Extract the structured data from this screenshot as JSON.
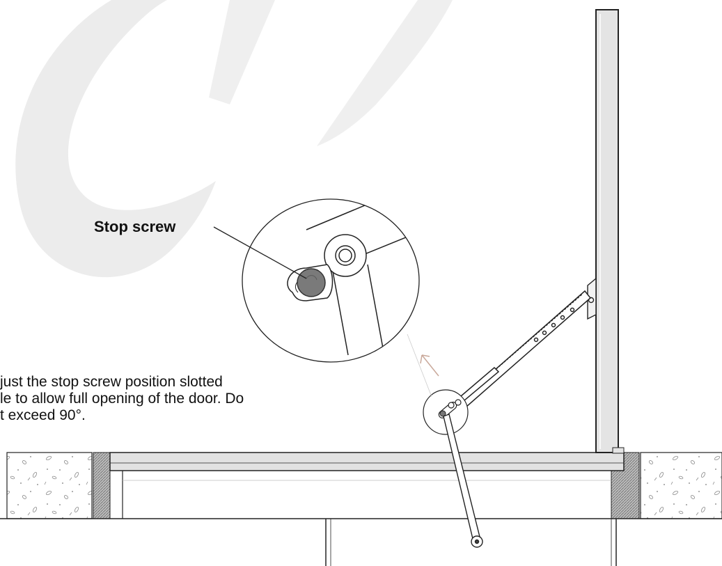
{
  "callout": {
    "label": "Stop screw"
  },
  "instruction": {
    "lines": [
      "just the stop screw position slotted",
      "le to allow full opening of the door. Do",
      "t exceed 90°."
    ]
  },
  "colors": {
    "line": "#222222",
    "door_fill": "#e4e4e4",
    "screw_fill": "#777777",
    "hatch": "#999999",
    "watermark": "#e8e8e8"
  }
}
